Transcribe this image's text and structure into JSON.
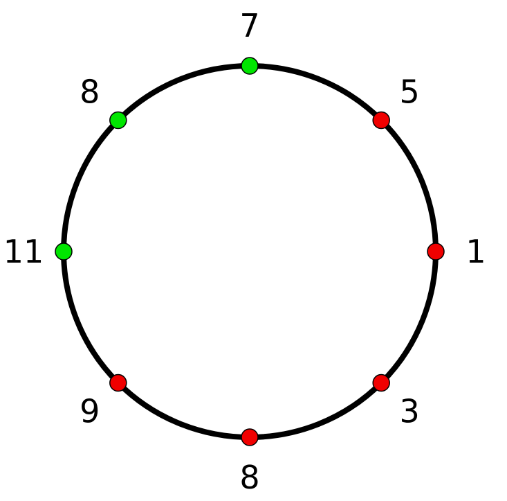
{
  "diagram": {
    "ring_color": "#000000",
    "node_colors": {
      "green": "#00e600",
      "red": "#f00000"
    },
    "nodes": [
      {
        "id": "top",
        "angle_deg": 90,
        "label": "7",
        "color": "green"
      },
      {
        "id": "upper-left",
        "angle_deg": 135,
        "label": "8",
        "color": "green"
      },
      {
        "id": "left",
        "angle_deg": 180,
        "label": "11",
        "color": "green"
      },
      {
        "id": "lower-left",
        "angle_deg": 225,
        "label": "9",
        "color": "red"
      },
      {
        "id": "bottom",
        "angle_deg": 270,
        "label": "8",
        "color": "red"
      },
      {
        "id": "lower-right",
        "angle_deg": 315,
        "label": "3",
        "color": "red"
      },
      {
        "id": "right",
        "angle_deg": 0,
        "label": "1",
        "color": "red"
      },
      {
        "id": "upper-right",
        "angle_deg": 45,
        "label": "5",
        "color": "red"
      }
    ]
  }
}
